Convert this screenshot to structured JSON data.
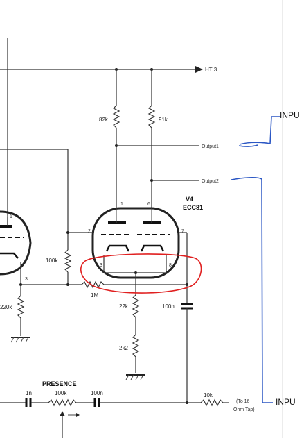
{
  "labels": {
    "ht": "HT 3",
    "r_82k": "82k",
    "r_91k": "91k",
    "output1": "Output1",
    "output2": "Output2",
    "tube_name": "V4",
    "tube_type": "ECC81",
    "pin1": "1",
    "pin6": "6",
    "pin2": "2",
    "pin7": "7",
    "pin3": "3",
    "pin8": "8",
    "left_pin1": "1",
    "left_pin3": "3",
    "r_100k_grid": "100k",
    "r_1m": "1M",
    "r_220k": "220k",
    "r_22k": "22k",
    "c_100n_cathode": "100n",
    "r_2k2": "2k2",
    "presence": "PRESENCE",
    "c_1n": "1n",
    "pot_100k": "100k",
    "c_100n_presence": "100n",
    "r_10k": "10k",
    "to16_line1": "(To 16",
    "to16_line2": "Ohm Tap)"
  },
  "handwriting": {
    "input_top": "INPU",
    "input_bottom": "INPU"
  },
  "colors": {
    "pen_annotation": "#2b57c4",
    "highlight_circle": "#e02020"
  }
}
